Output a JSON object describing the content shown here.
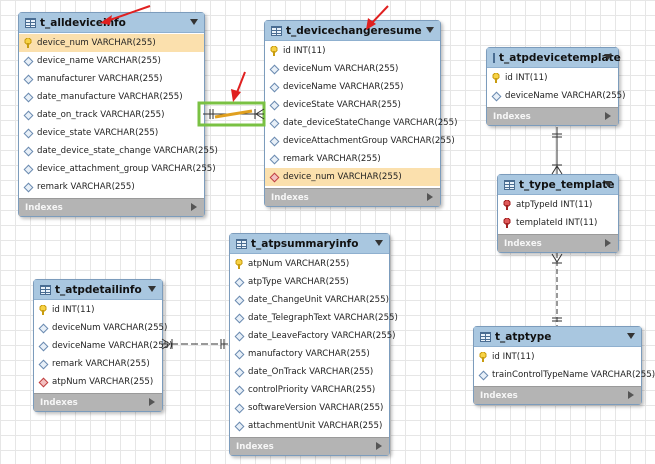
{
  "tables": {
    "t_alldeviceinfo": {
      "name": "t_alldeviceinfo",
      "columns": [
        {
          "text": "device_num VARCHAR(255)",
          "icon": "primary-key-icon"
        },
        {
          "text": "device_name VARCHAR(255)",
          "icon": "column-diamond-icon"
        },
        {
          "text": "manufacturer VARCHAR(255)",
          "icon": "column-diamond-icon"
        },
        {
          "text": "date_manufacture VARCHAR(255)",
          "icon": "column-diamond-icon"
        },
        {
          "text": "date_on_track VARCHAR(255)",
          "icon": "column-diamond-icon"
        },
        {
          "text": "device_state VARCHAR(255)",
          "icon": "column-diamond-icon"
        },
        {
          "text": "date_device_state_change VARCHAR(255)",
          "icon": "column-diamond-icon"
        },
        {
          "text": "device_attachment_group VARCHAR(255)",
          "icon": "column-diamond-icon"
        },
        {
          "text": "remark VARCHAR(255)",
          "icon": "column-diamond-icon"
        }
      ],
      "footer": "Indexes"
    },
    "t_devicechangeresume": {
      "name": "t_devicechangeresume",
      "columns": [
        {
          "text": "id INT(11)",
          "icon": "primary-key-icon"
        },
        {
          "text": "deviceNum VARCHAR(255)",
          "icon": "column-diamond-icon"
        },
        {
          "text": "deviceName VARCHAR(255)",
          "icon": "column-diamond-icon"
        },
        {
          "text": "deviceState VARCHAR(255)",
          "icon": "column-diamond-icon"
        },
        {
          "text": "date_deviceStateChange VARCHAR(255)",
          "icon": "column-diamond-icon"
        },
        {
          "text": "deviceAttachmentGroup VARCHAR(255)",
          "icon": "column-diamond-icon"
        },
        {
          "text": "remark VARCHAR(255)",
          "icon": "column-diamond-icon"
        },
        {
          "text": "device_num VARCHAR(255)",
          "icon": "foreign-key-diamond-icon"
        }
      ],
      "footer": "Indexes"
    },
    "t_atpdevicetemplate": {
      "name": "t_atpdevicetemplate",
      "columns": [
        {
          "text": "id INT(11)",
          "icon": "primary-key-icon"
        },
        {
          "text": "deviceName VARCHAR(255)",
          "icon": "column-diamond-icon"
        }
      ],
      "footer": "Indexes"
    },
    "t_type_template": {
      "name": "t_type_template",
      "columns": [
        {
          "text": "atpTypeId INT(11)",
          "icon": "foreign-key-icon"
        },
        {
          "text": "templateId INT(11)",
          "icon": "foreign-key-icon"
        }
      ],
      "footer": "Indexes"
    },
    "t_atpsummaryinfo": {
      "name": "t_atpsummaryinfo",
      "columns": [
        {
          "text": "atpNum VARCHAR(255)",
          "icon": "primary-key-icon"
        },
        {
          "text": "atpType VARCHAR(255)",
          "icon": "column-diamond-icon"
        },
        {
          "text": "date_ChangeUnit VARCHAR(255)",
          "icon": "column-diamond-icon"
        },
        {
          "text": "date_TelegraphText VARCHAR(255)",
          "icon": "column-diamond-icon"
        },
        {
          "text": "date_LeaveFactory VARCHAR(255)",
          "icon": "column-diamond-icon"
        },
        {
          "text": "manufactory VARCHAR(255)",
          "icon": "column-diamond-icon"
        },
        {
          "text": "date_OnTrack VARCHAR(255)",
          "icon": "column-diamond-icon"
        },
        {
          "text": "controlPriority VARCHAR(255)",
          "icon": "column-diamond-icon"
        },
        {
          "text": "softwareVersion VARCHAR(255)",
          "icon": "column-diamond-icon"
        },
        {
          "text": "attachmentUnit VARCHAR(255)",
          "icon": "column-diamond-icon"
        }
      ],
      "footer": "Indexes"
    },
    "t_atpdetailinfo": {
      "name": "t_atpdetailinfo",
      "columns": [
        {
          "text": "id INT(11)",
          "icon": "primary-key-icon"
        },
        {
          "text": "deviceNum VARCHAR(255)",
          "icon": "column-diamond-icon"
        },
        {
          "text": "deviceName VARCHAR(255)",
          "icon": "column-diamond-icon"
        },
        {
          "text": "remark VARCHAR(255)",
          "icon": "column-diamond-icon"
        },
        {
          "text": "atpNum VARCHAR(255)",
          "icon": "foreign-key-diamond-icon"
        }
      ],
      "footer": "Indexes"
    },
    "t_atptype": {
      "name": "t_atptype",
      "columns": [
        {
          "text": "id INT(11)",
          "icon": "primary-key-icon"
        },
        {
          "text": "trainControlTypeName VARCHAR(255)",
          "icon": "column-diamond-icon"
        }
      ],
      "footer": "Indexes"
    }
  },
  "colors": {
    "header": "#a9c7e0",
    "highlight_row": "#fbe0ad",
    "annotation_red": "#e02020",
    "annotation_green": "#7ac143",
    "footer": "#b4b4b4"
  },
  "icons": [
    "table-icon",
    "primary-key-icon",
    "foreign-key-icon",
    "column-diamond-icon",
    "foreign-key-diamond-icon",
    "collapse-caret-icon",
    "expand-arrow-icon"
  ]
}
